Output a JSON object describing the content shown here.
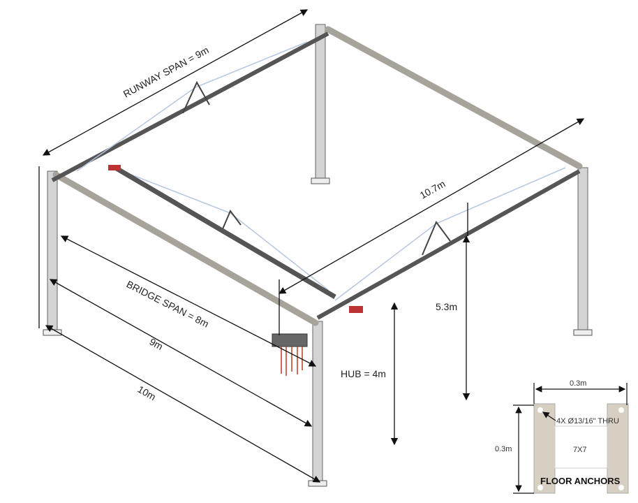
{
  "dimensions": {
    "runway_span": "RUNWAY SPAN = 9m",
    "overall_diagonal": "10.7m",
    "bridge_span": "BRIDGE SPAN = 8m",
    "column_spacing": "9m",
    "overall_length": "10m",
    "overall_height": "5.3m",
    "hub_height": "HUB = 4m"
  },
  "floor_anchor": {
    "width": "0.3m",
    "height": "0.3m",
    "holes": "4X Ø13/16\" THRU",
    "plate": "7X7",
    "title": "FLOOR ANCHORS"
  },
  "colors": {
    "beam": "#a9a9a9",
    "column": "#d0d0d0",
    "anchor": "#d8cfc3",
    "accent": "#c0392b"
  }
}
